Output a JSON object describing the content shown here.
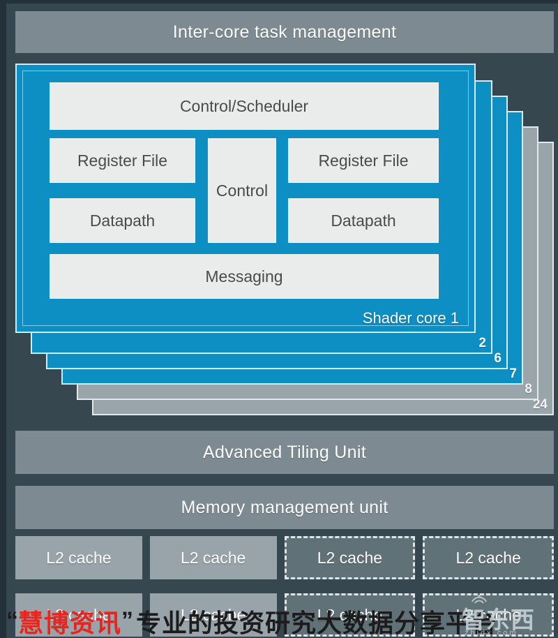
{
  "diagram": {
    "title_bar": {
      "label": "Inter-core task management"
    },
    "shader_core": {
      "front_label": "Shader core 1",
      "cells": {
        "scheduler": "Control/Scheduler",
        "register_file_left": "Register File",
        "register_file_right": "Register File",
        "control": "Control",
        "datapath_left": "Datapath",
        "datapath_right": "Datapath",
        "messaging": "Messaging"
      },
      "stack_layers": [
        {
          "number": "2",
          "style": "blue"
        },
        {
          "number": "6",
          "style": "blue"
        },
        {
          "number": "7",
          "style": "blue"
        },
        {
          "number": "8",
          "style": "gray"
        },
        {
          "number": "24",
          "style": "gray"
        }
      ]
    },
    "tiling_unit": {
      "label": "Advanced Tiling Unit"
    },
    "memory_management_unit": {
      "label": "Memory management unit"
    },
    "l2_cache_row_1": [
      {
        "label": "L2 cache",
        "style": "solid"
      },
      {
        "label": "L2 cache",
        "style": "solid"
      },
      {
        "label": "L2 cache",
        "style": "dashed"
      },
      {
        "label": "L2 cache",
        "style": "dashed"
      }
    ],
    "l2_cache_row_2": [
      {
        "label": "L2 cache",
        "style": "solid"
      },
      {
        "label": "L2 cache",
        "style": "solid"
      },
      {
        "label": "L2 cache",
        "style": "dashed"
      },
      {
        "label": "L2 cache",
        "style": "dashed"
      }
    ]
  },
  "watermark": {
    "quote_open": "“",
    "brand": "慧博资讯",
    "quote_close": "”",
    "tagline": "专业的投资研究大数据分享平台"
  },
  "logo": {
    "name": "智东西",
    "domain": "zhidx.com"
  },
  "colors": {
    "background": "#36474f",
    "bar_gray": "#7d8a91",
    "core_blue": "#0d8fc4",
    "core_outline": "#cfeefc",
    "cell_fill": "#eaecec",
    "brand_red": "#e8241c"
  }
}
